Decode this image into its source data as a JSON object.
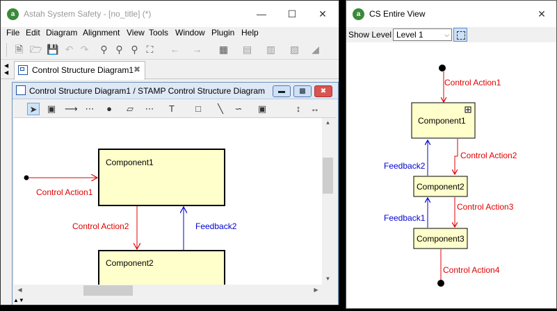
{
  "main_window": {
    "title": "Astah System Safety - [no_title] (*)",
    "menu": [
      "File",
      "Edit",
      "Diagram",
      "Alignment",
      "View",
      "Tools",
      "Window",
      "Plugin",
      "Help"
    ],
    "tab_label": "Control Structure Diagram1",
    "inner_title": "Control Structure Diagram1 / STAMP Control Structure Diagram"
  },
  "sub_window": {
    "title": "CS Entire View",
    "show_level_label": "Show Level :",
    "show_level_value": "Level 1"
  },
  "diagram": {
    "components": [
      "Component1",
      "Component2",
      "Component3"
    ],
    "control_actions": [
      "Control Action1",
      "Control Action2",
      "Control Action3",
      "Control Action4"
    ],
    "feedbacks": [
      "Feedback1",
      "Feedback2"
    ]
  },
  "colors": {
    "control_action": "#e00000",
    "feedback": "#0000d0",
    "component_fill": "#ffffcc"
  },
  "icons": [
    "app-logo-icon",
    "minimize-icon",
    "maximize-icon",
    "close-icon",
    "diagram-icon",
    "fit-view-icon"
  ]
}
